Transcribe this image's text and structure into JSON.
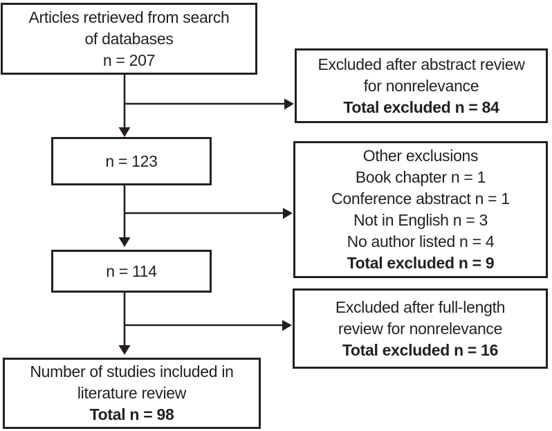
{
  "colors": {
    "ink": "#231f20",
    "background": "#ffffff"
  },
  "boxes": {
    "retrieved": {
      "line1": "Articles retrieved from search",
      "line2": "of databases",
      "count": "n = 207"
    },
    "excluded_abstract": {
      "line1": "Excluded after abstract review",
      "line2": "for nonrelevance",
      "total": "Total excluded n = 84"
    },
    "n123": {
      "count": "n = 123"
    },
    "other_exclusions": {
      "line1": "Other exclusions",
      "line2": "Book chapter n = 1",
      "line3": "Conference abstract n = 1",
      "line4": "Not in English n = 3",
      "line5": "No author listed n = 4",
      "total": "Total excluded n = 9"
    },
    "n114": {
      "count": "n = 114"
    },
    "excluded_fulllength": {
      "line1": "Excluded after full-length",
      "line2": "review for nonrelevance",
      "total": "Total excluded n = 16"
    },
    "included": {
      "line1": "Number of studies included in",
      "line2": "literature review",
      "total": "Total n = 98"
    }
  }
}
